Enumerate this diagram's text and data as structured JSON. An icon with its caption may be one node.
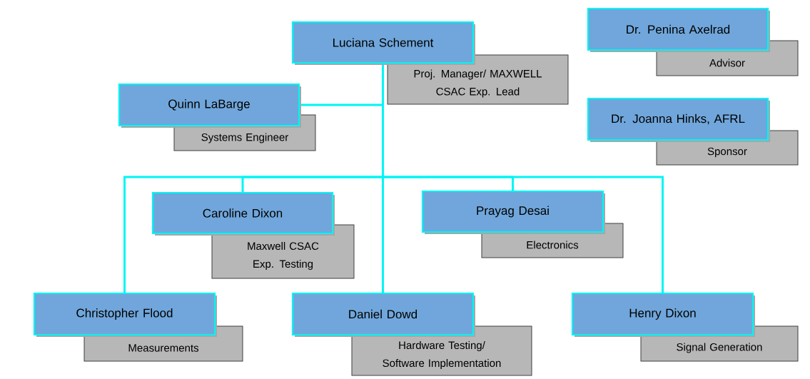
{
  "diagram": {
    "nodes": [
      {
        "text": [
          "Luciana Schement"
        ]
      },
      {
        "text": [
          "Proj. Manager/ MAXWELL CSAC Exp. Lead"
        ]
      },
      {
        "text": [
          "Dr. Penina Axelrad"
        ]
      },
      {
        "text": [
          "Advisor"
        ]
      },
      {
        "text": [
          "Quinn LaBarge"
        ]
      },
      {
        "text": [
          "Systems Engineer"
        ]
      },
      {
        "text": [
          "Dr. Joanna Hinks, AFRL"
        ]
      },
      {
        "text": [
          "Sponsor"
        ]
      },
      {
        "text": [
          "Caroline Dixon"
        ]
      },
      {
        "text": [
          "Maxwell CSAC Exp. Testing"
        ]
      },
      {
        "text": [
          "Prayag Desai"
        ]
      },
      {
        "text": [
          "Electronics"
        ]
      },
      {
        "text": [
          "Christopher Flood"
        ]
      },
      {
        "text": [
          "Measurements"
        ]
      },
      {
        "text": [
          "Daniel Dowd"
        ]
      },
      {
        "text": [
          "Hardware Testing/ Software Implementation"
        ]
      },
      {
        "text": [
          "Henry Dixon"
        ]
      },
      {
        "text": [
          "Signal Generation"
        ]
      }
    ],
    "edges": [
      {
        "from": 0,
        "to": 4,
        "arrow": "none"
      },
      {
        "from": 0,
        "to": 12,
        "arrow": "none"
      },
      {
        "from": 0,
        "to": 8,
        "arrow": "none"
      },
      {
        "from": 0,
        "to": 14,
        "arrow": "none"
      },
      {
        "from": 0,
        "to": 10,
        "arrow": "none"
      },
      {
        "from": 0,
        "to": 16,
        "arrow": "none"
      }
    ]
  }
}
